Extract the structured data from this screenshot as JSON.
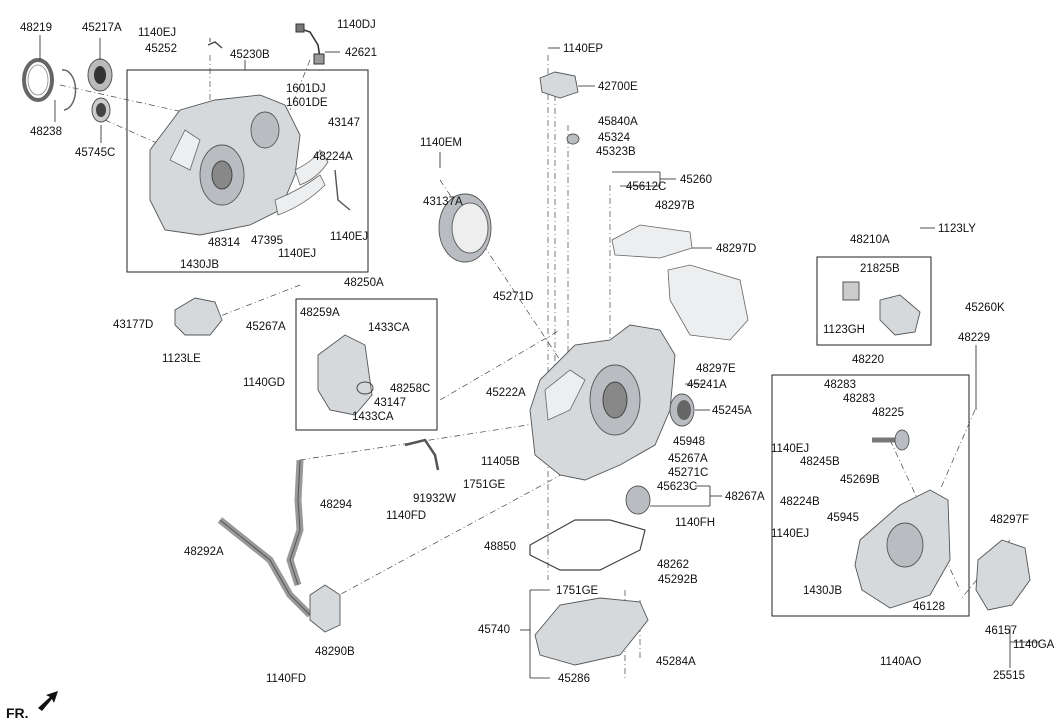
{
  "footer": {
    "direction_label": "FR."
  },
  "labels": {
    "l48219": "48219",
    "l45217A": "45217A",
    "l1140EJ_a": "1140EJ",
    "l45252": "45252",
    "l1140DJ": "1140DJ",
    "l42621": "42621",
    "l45230B": "45230B",
    "l48238": "48238",
    "l45745C": "45745C",
    "l1601DJ": "1601DJ",
    "l1601DE": "1601DE",
    "l43147_a": "43147",
    "l48224A": "48224A",
    "l48314": "48314",
    "l47395": "47395",
    "l1140EJ_b": "1140EJ",
    "l1140EJ_c": "1140EJ",
    "l1430JB_a": "1430JB",
    "l1140EP": "1140EP",
    "l42700E": "42700E",
    "l45840A": "45840A",
    "l45324": "45324",
    "l45323B": "45323B",
    "l1140EM": "1140EM",
    "l45260": "45260",
    "l45612C": "45612C",
    "l43137A": "43137A",
    "l48297B": "48297B",
    "l48297D": "48297D",
    "l1123LY": "1123LY",
    "l48210A": "48210A",
    "l21825B": "21825B",
    "l1123GH": "1123GH",
    "l48250A": "48250A",
    "l45271D": "45271D",
    "l43177D": "43177D",
    "l45267A_a": "45267A",
    "l48259A": "48259A",
    "l1433CA_a": "1433CA",
    "l1123LE": "1123LE",
    "l1140GD": "1140GD",
    "l48258C": "48258C",
    "l43147_b": "43147",
    "l1433CA_b": "1433CA",
    "l48297E": "48297E",
    "l45260K": "45260K",
    "l48229": "48229",
    "l48220": "48220",
    "l45241A": "45241A",
    "l45222A": "45222A",
    "l45245A": "45245A",
    "l48283_a": "48283",
    "l48283_b": "48283",
    "l48225": "48225",
    "l45948": "45948",
    "l11405B": "11405B",
    "l45267A_b": "45267A",
    "l45271C": "45271C",
    "l1140EJ_d": "1140EJ",
    "l48245B": "48245B",
    "l45269B": "45269B",
    "l1751GE_a": "1751GE",
    "l45623C": "45623C",
    "l48267A": "48267A",
    "l91932W": "91932W",
    "l48294": "48294",
    "l1140FD_a": "1140FD",
    "l1140FH": "1140FH",
    "l48224B": "48224B",
    "l45945": "45945",
    "l48297F": "48297F",
    "l1140EJ_e": "1140EJ",
    "l48850": "48850",
    "l48292A": "48292A",
    "l48262": "48262",
    "l45292B": "45292B",
    "l1430JB_b": "1430JB",
    "l46128": "46128",
    "l1751GE_b": "1751GE",
    "l46157": "46157",
    "l1140GA": "1140GA",
    "l45740": "45740",
    "l48290B": "48290B",
    "l45284A": "45284A",
    "l1140AO": "1140AO",
    "l25515": "25515",
    "l1140FD_b": "1140FD",
    "l45286": "45286"
  }
}
